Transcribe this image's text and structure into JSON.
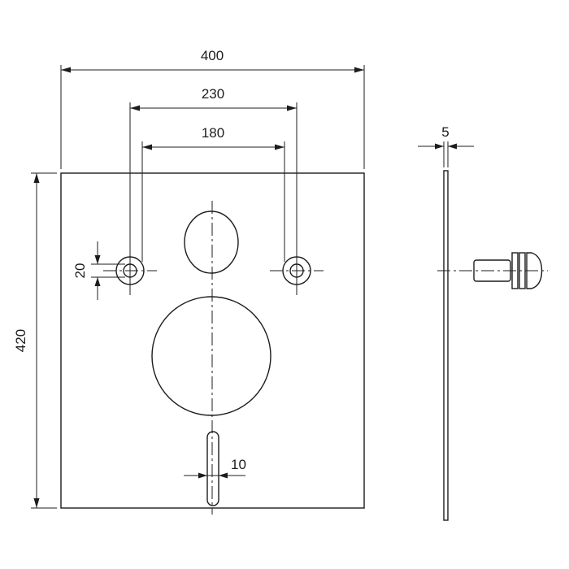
{
  "drawing": {
    "title": "mounting-plate-technical-drawing",
    "colors": {
      "line": "#1c1c1c",
      "background": "#ffffff"
    },
    "dimensions": {
      "plate_width": "400",
      "hole_spacing_outer": "230",
      "hole_spacing_inner": "180",
      "hole_size": "20",
      "plate_height": "420",
      "slot_width": "10",
      "plate_thickness": "5"
    }
  }
}
